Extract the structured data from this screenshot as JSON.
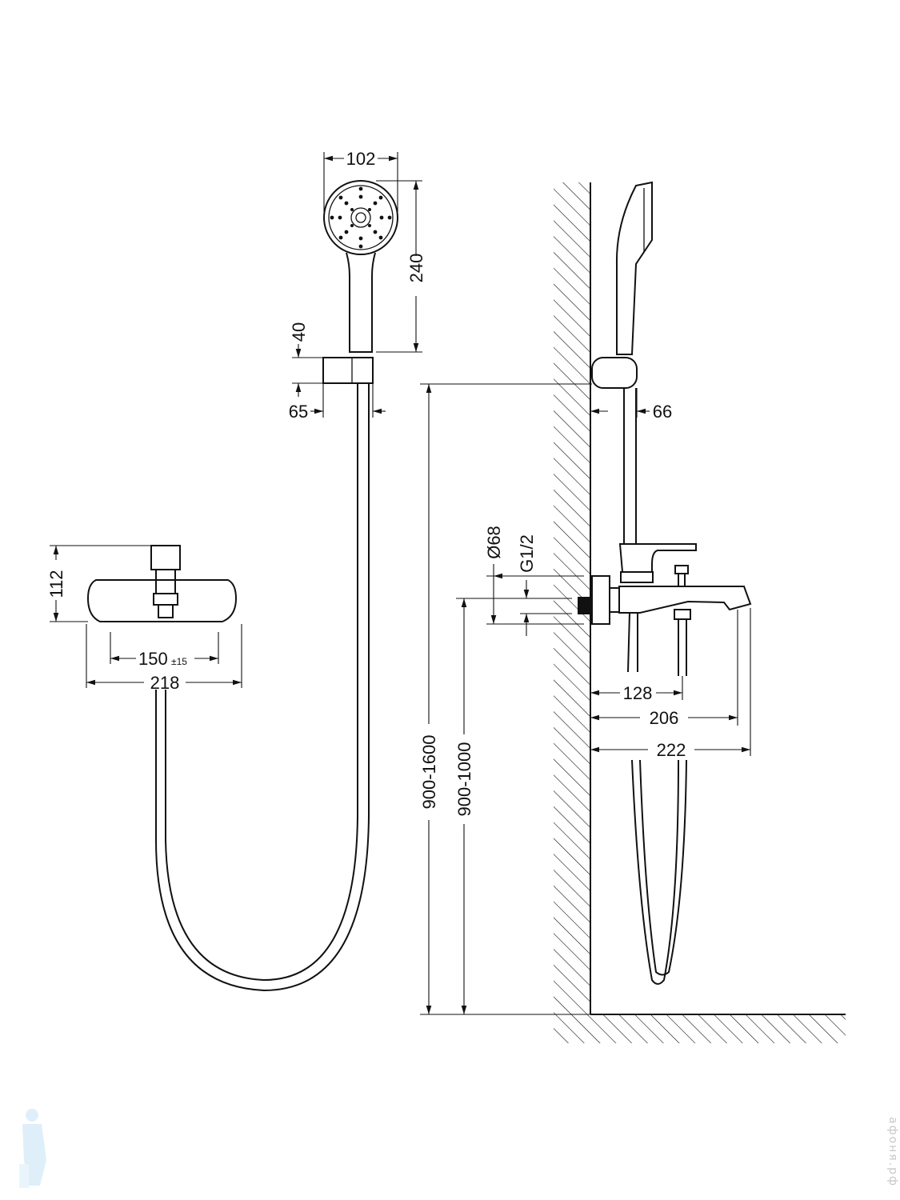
{
  "front_view": {
    "mixer_height": "112",
    "inlet_spacing": "150",
    "inlet_spacing_tolerance": "±15",
    "mixer_width": "218"
  },
  "hand_shower": {
    "head_diameter": "102",
    "length": "240",
    "holder_height": "40",
    "holder_depth": "65"
  },
  "side_view": {
    "holder_projection": "66",
    "flange_diameter": "Ø68",
    "thread": "G1/2",
    "lever_distance": "128",
    "spout_tip": "206",
    "total_depth": "222",
    "holder_height_range": "900-1600",
    "mixer_height_range": "900-1000"
  },
  "watermark": {
    "site": "афоня.рф"
  }
}
